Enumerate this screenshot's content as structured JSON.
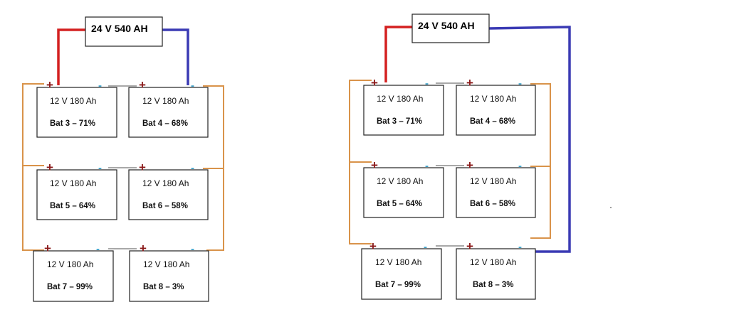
{
  "diagrams": [
    {
      "title": "24 V 540 AH",
      "batteries": [
        {
          "spec": "12 V 180 Ah",
          "name": "Bat 3 – 71%"
        },
        {
          "spec": "12 V 180 Ah",
          "name": "Bat 4 – 68%"
        },
        {
          "spec": "12 V 180 Ah",
          "name": "Bat 5 – 64%"
        },
        {
          "spec": "12 V 180 Ah",
          "name": "Bat 6 – 58%"
        },
        {
          "spec": "12 V 180 Ah",
          "name": "Bat 7 – 99%"
        },
        {
          "spec": "12 V 180 Ah",
          "name": "Bat 8 – 3%"
        }
      ]
    },
    {
      "title": "24 V 540 AH",
      "batteries": [
        {
          "spec": "12 V 180 Ah",
          "name": "Bat 3 – 71%"
        },
        {
          "spec": "12 V 180 Ah",
          "name": "Bat 4 – 68%"
        },
        {
          "spec": "12 V 180 Ah",
          "name": "Bat 5 – 64%"
        },
        {
          "spec": "12 V 180 Ah",
          "name": "Bat 6 – 58%"
        },
        {
          "spec": "12 V 180 Ah",
          "name": "Bat 7 – 99%"
        },
        {
          "spec": "12 V 180 Ah",
          "name": "Bat 8 – 3%"
        }
      ]
    }
  ],
  "terminals": {
    "positive": "+",
    "negative": "-"
  },
  "colors": {
    "positive_lead": "#d42020",
    "negative_lead": "#3a3ab4",
    "parallel_wire": "#d9934a",
    "series_link": "#a8a8a8",
    "plus_sign": "#8b1a1a",
    "minus_sign": "#3aa0c8"
  }
}
